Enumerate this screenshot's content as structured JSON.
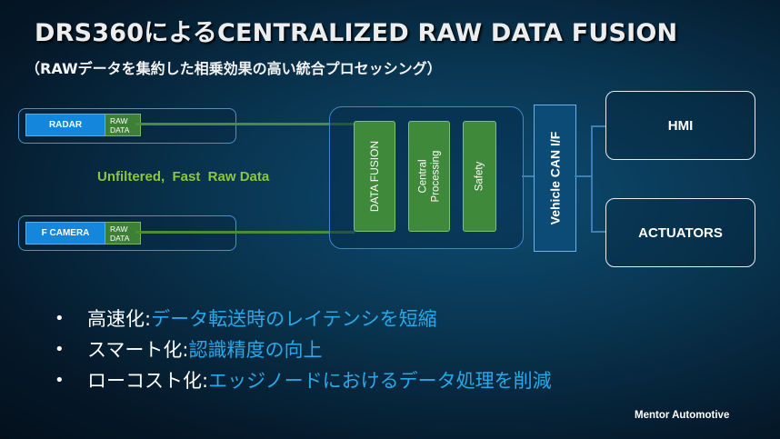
{
  "title": "DRS360によるCENTRALIZED RAW DATA FUSION",
  "subtitle": "（RAWデータを集約した相乗効果の高い統合プロセッシング）",
  "sensors": [
    {
      "label": "RADAR",
      "raw_line1": "RAW",
      "raw_line2": "DATA"
    },
    {
      "label": "F CAMERA",
      "raw_line1": "RAW",
      "raw_line2": "DATA"
    }
  ],
  "flow_label": "Unfiltered,  Fast  Raw Data",
  "stages": [
    {
      "label": "DATA FUSION"
    },
    {
      "label": "Central Processing"
    },
    {
      "label": "Safety"
    }
  ],
  "can_label": "Vehicle CAN I/F",
  "outputs": [
    {
      "label": "HMI"
    },
    {
      "label": "ACTUATORS"
    }
  ],
  "bullets": [
    {
      "label": "高速化: ",
      "text": "データ転送時のレイテンシを短縮"
    },
    {
      "label": "スマート化: ",
      "text": "認識精度の向上"
    },
    {
      "label": "ローコスト化: ",
      "text": "エッジノードにおけるデータ処理を削減"
    }
  ],
  "footer": "Mentor Automotive",
  "colors": {
    "sensor_blue": "#1486db",
    "raw_green": "#3e7f36",
    "stage_green": "#3f8a3a",
    "flow_text_green": "#8dc63f",
    "bullet_text_blue": "#29a8e8",
    "can_bar_blue": "#0d4b77"
  }
}
